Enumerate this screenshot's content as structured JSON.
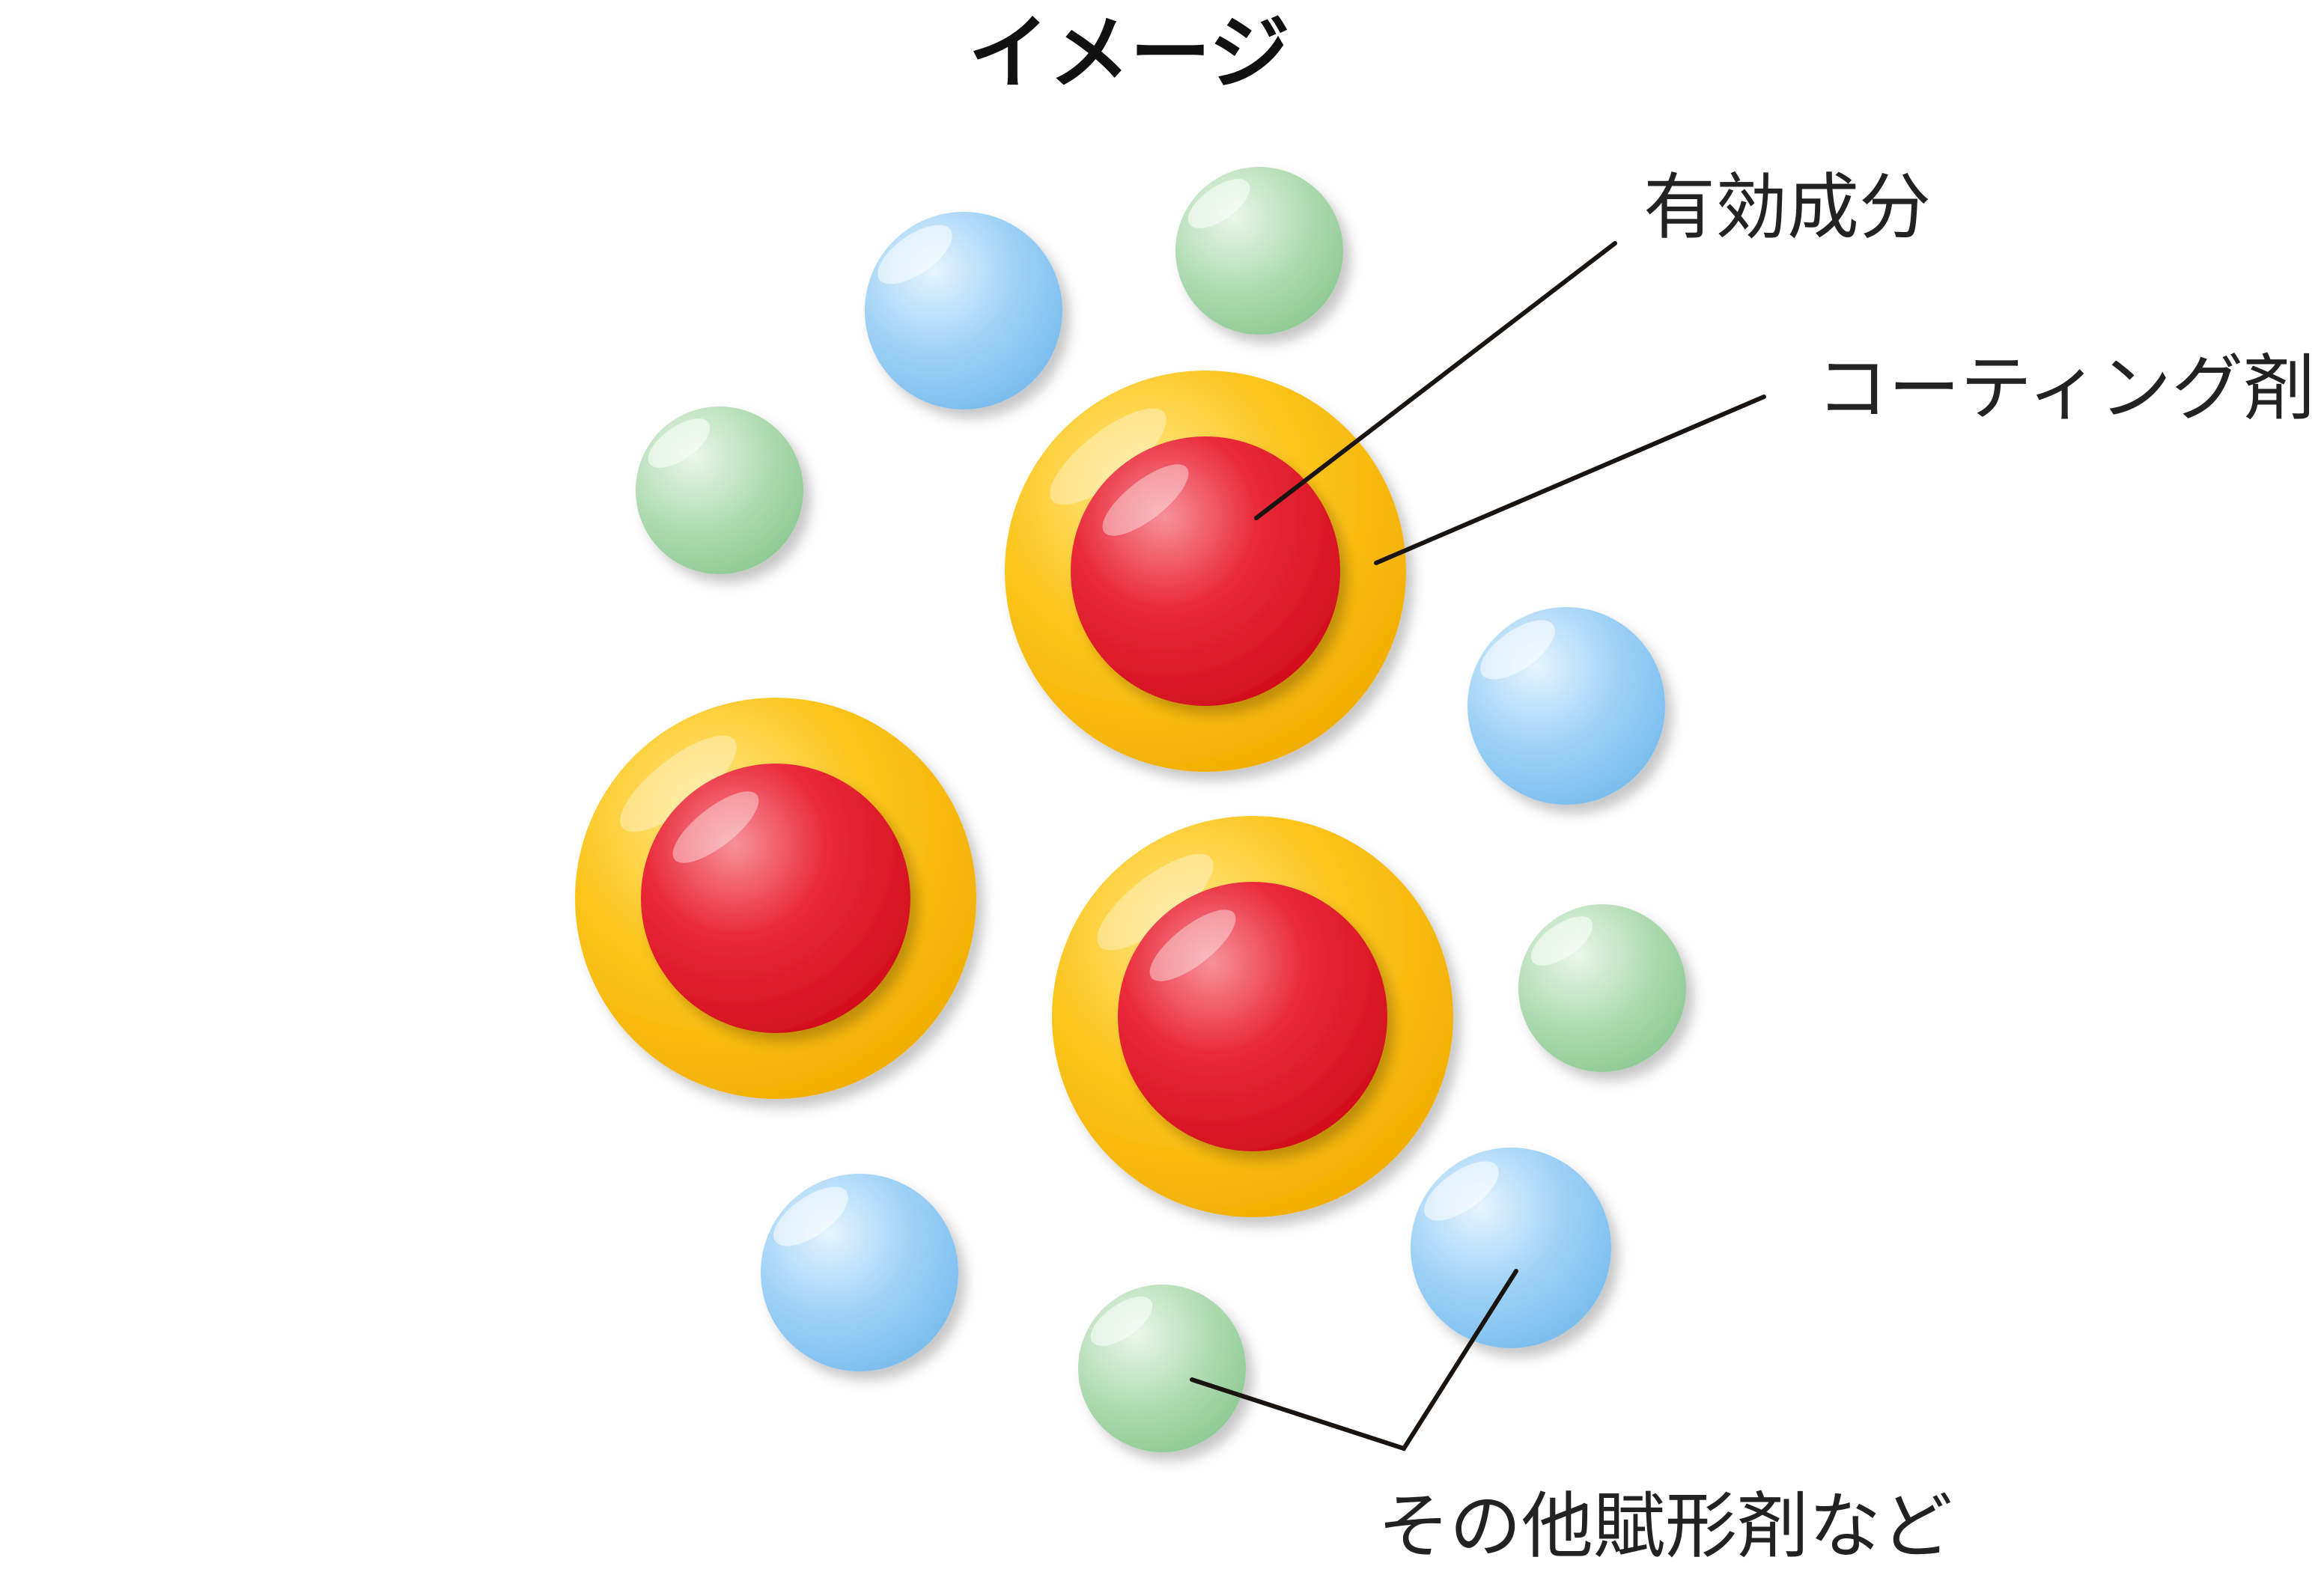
{
  "title": "イメージ",
  "labels": {
    "active_ingredient": "有効成分",
    "coating_agent": "コーティング剤",
    "other_excipients": "その他賦形剤など"
  },
  "colors": {
    "title": "#111111",
    "text": "#222222",
    "leader_line": "#1a1410",
    "blue_light": "#cfe8fb",
    "blue": "#8fcaf5",
    "blue_dark": "#6fb6ec",
    "green_light": "#d9efd9",
    "green": "#a8d8ab",
    "green_dark": "#86c58a",
    "yellow_light": "#ffe680",
    "yellow": "#fbc412",
    "yellow_dark": "#f0ad00",
    "red_light": "#f47b86",
    "red": "#e7202e",
    "red_dark": "#c90f1c"
  }
}
